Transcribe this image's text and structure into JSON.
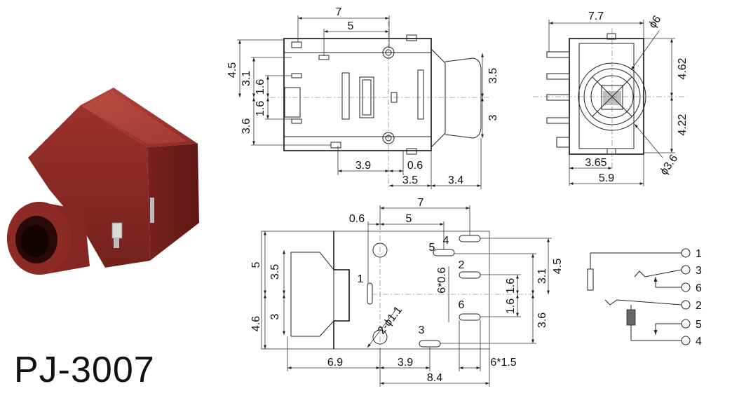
{
  "title": "PJ-3007",
  "colors": {
    "body": "#8e2a26",
    "body_light": "#b0443c",
    "body_dark": "#5e1614",
    "line": "#111111"
  },
  "top_view": {
    "dims": [
      "7",
      "5",
      "4.5",
      "3.1",
      "1.6",
      "1.6",
      "3.6",
      "3.5",
      "3",
      "3.9",
      "0.6",
      "3.5",
      "3.4"
    ]
  },
  "front_view": {
    "dims": [
      "7.7",
      "ϕ6",
      "4.62",
      "4.22",
      "3.65",
      "5.9",
      "ϕ3.6"
    ]
  },
  "pcb_layout": {
    "dims": [
      "7",
      "0.6",
      "5",
      "5",
      "3.5",
      "4.6",
      "3",
      "4.5",
      "3.1",
      "1.6",
      "1.6",
      "3.6",
      "6*0.6",
      "2-ϕ1.1",
      "6.9",
      "3.9",
      "6*1.5",
      "8.4"
    ],
    "pins": [
      "4",
      "5",
      "2",
      "1",
      "6",
      "3"
    ]
  },
  "schematic": {
    "pins": [
      "1",
      "3",
      "6",
      "2",
      "5",
      "4"
    ]
  }
}
